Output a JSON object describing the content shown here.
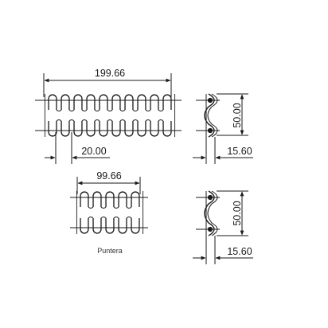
{
  "dimensions": {
    "top_width": "199.66",
    "top_pitch": "20.00",
    "top_height": "50.00",
    "top_thickness": "15.60",
    "bottom_width": "99.66",
    "bottom_height": "50.00",
    "bottom_thickness": "15.60"
  },
  "labels": {
    "caption": "Puntera"
  },
  "colors": {
    "line": "#1a1a1a"
  }
}
